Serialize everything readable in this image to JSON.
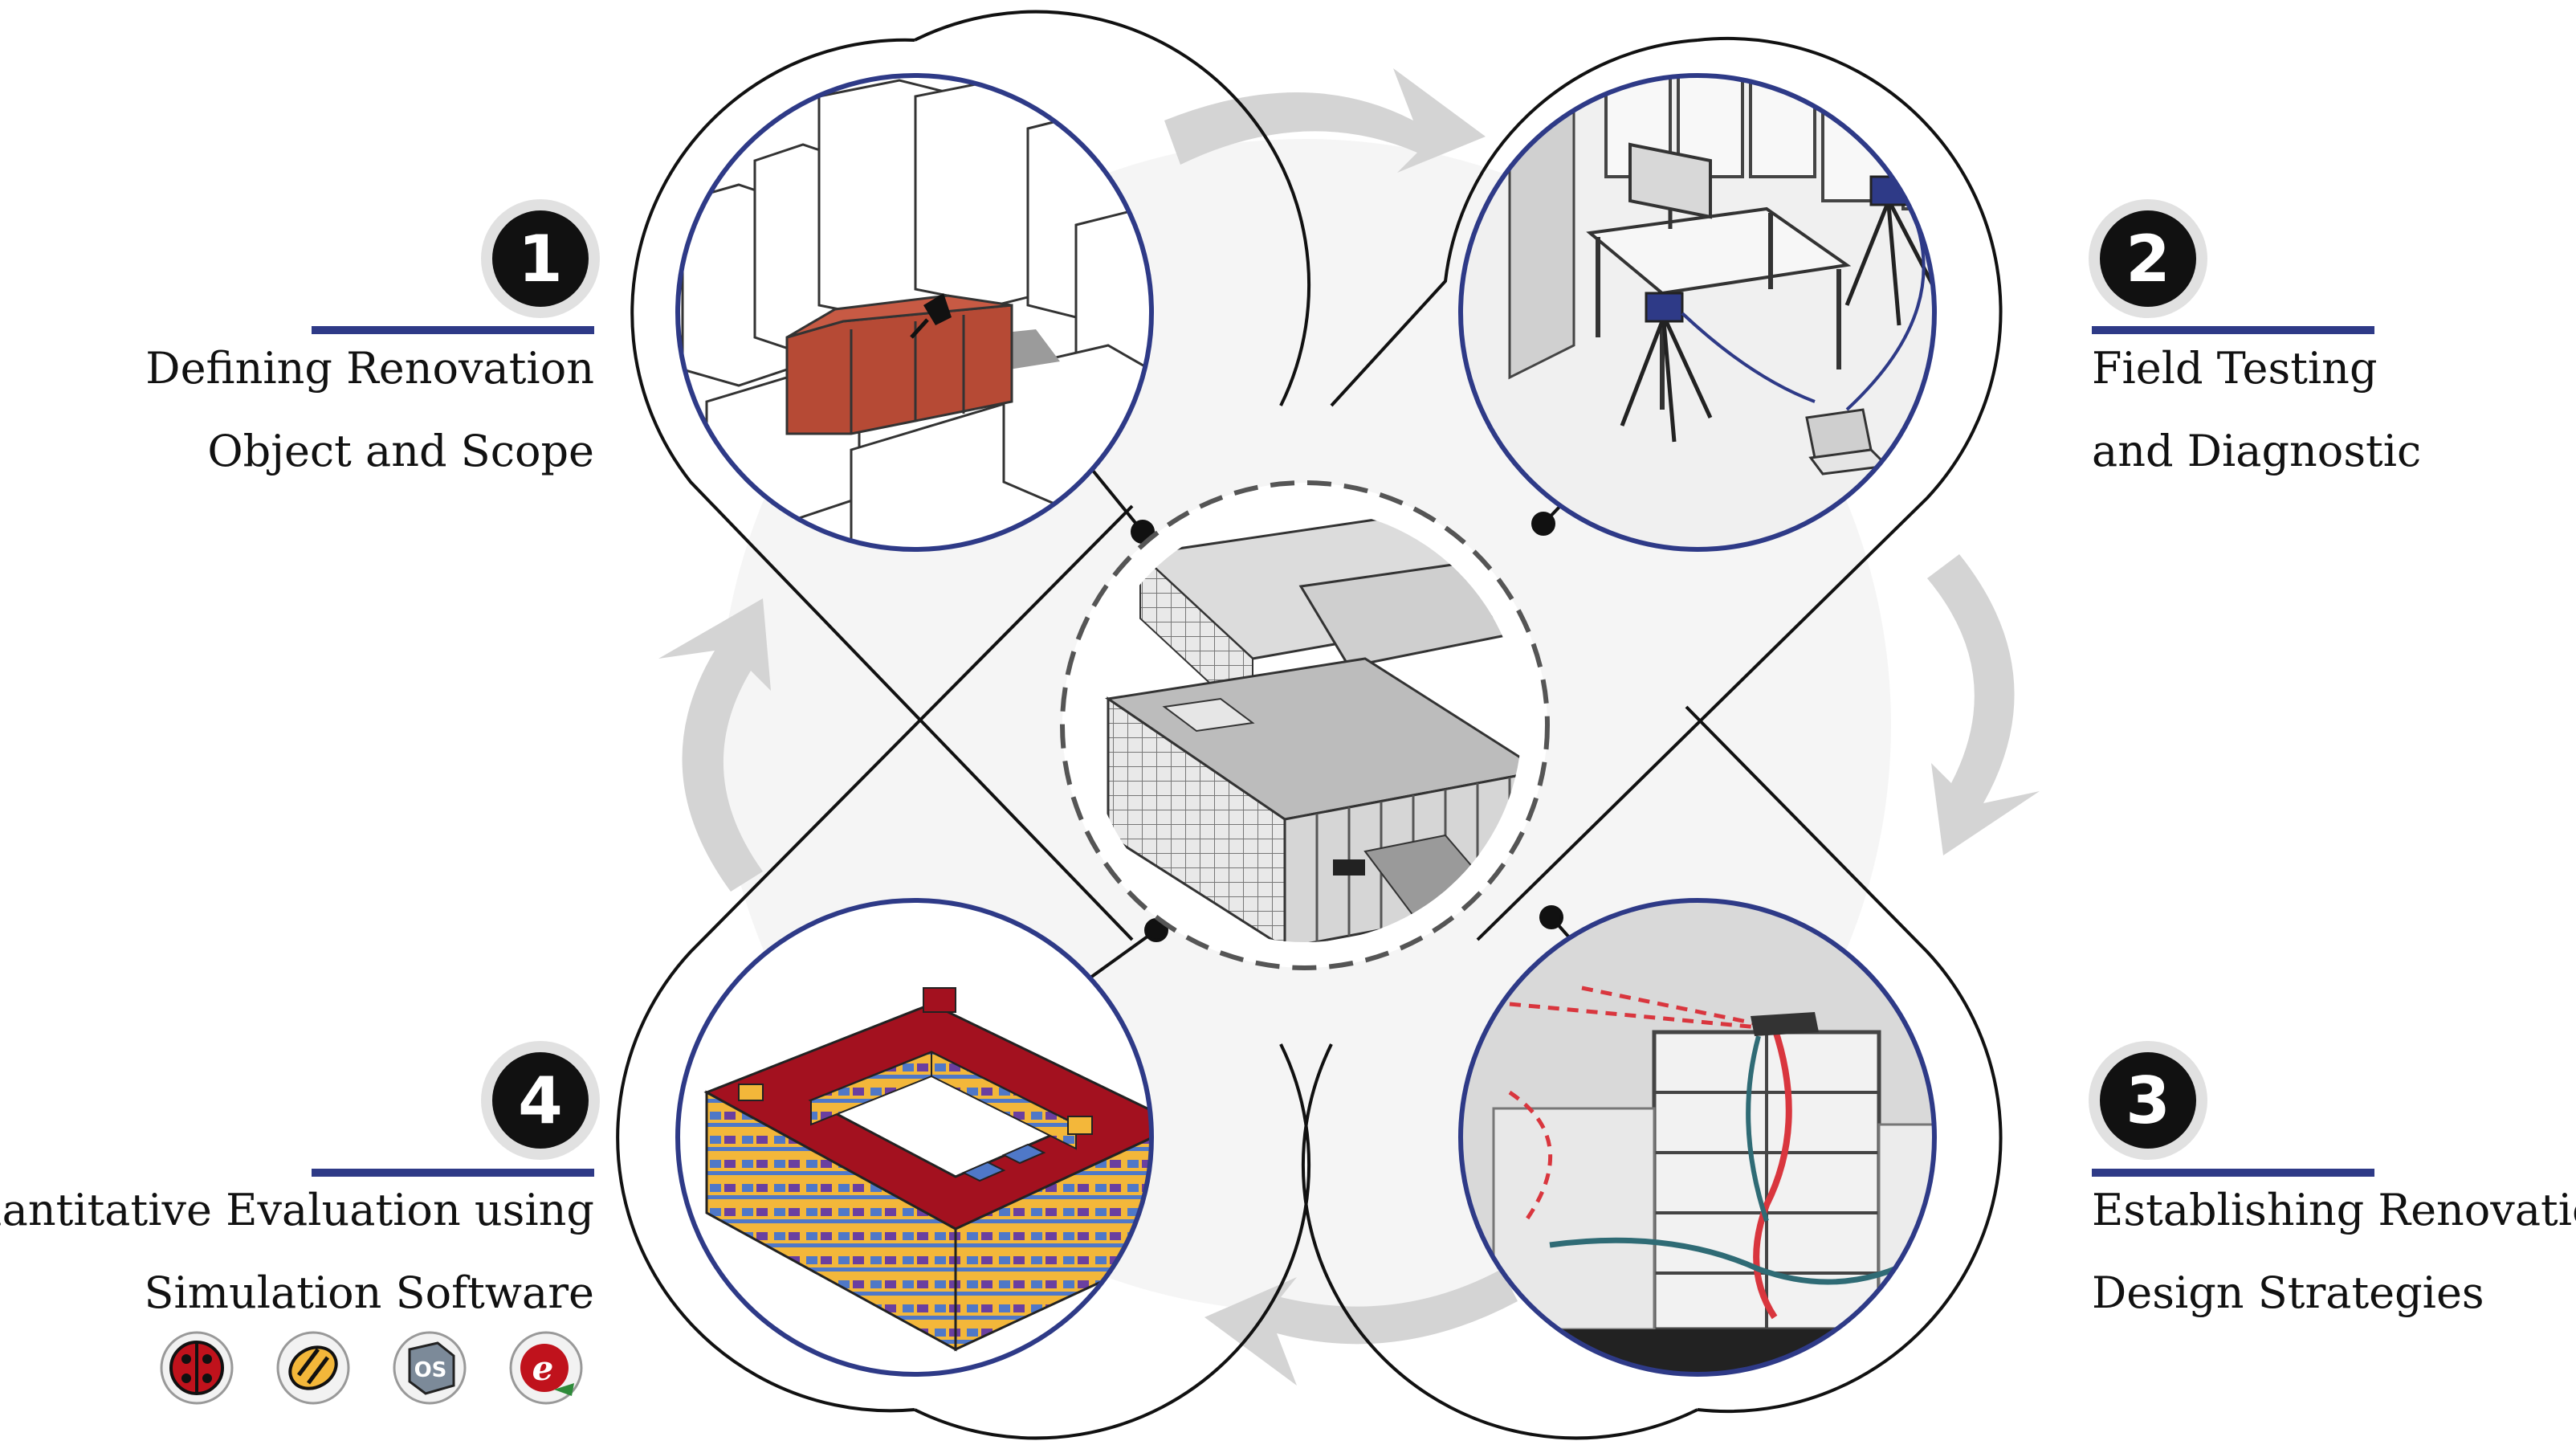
{
  "colors": {
    "accent_blue": "#2e3a87",
    "outline": "#111111",
    "cycle_arrow": "#d4d4d4",
    "background_blob": "#f5f5f5",
    "target_building": "#b64a35",
    "sim_red": "#a3111f",
    "sim_yellow": "#f3b73a",
    "sim_blue": "#4f78c8",
    "sim_purple": "#6a3fa0"
  },
  "center": {
    "image": "campus-building-axonometric"
  },
  "steps": [
    {
      "number": "1",
      "line1": "Defining Renovation",
      "line2": "Object and Scope",
      "image": "urban-massing-model"
    },
    {
      "number": "2",
      "line1": "Field Testing",
      "line2": "and Diagnostic",
      "image": "classroom-field-measurement"
    },
    {
      "number": "3",
      "line1": "Establishing Renovation",
      "line2": "Design Strategies",
      "image": "building-section-strategy"
    },
    {
      "number": "4",
      "line1": "Quantitative Evaluation using",
      "line2": "Simulation Software",
      "image": "simulation-energy-model"
    }
  ],
  "software_icons": [
    "ladybug-icon",
    "honeybee-icon",
    "openstudio-icon",
    "energyplus-icon"
  ]
}
